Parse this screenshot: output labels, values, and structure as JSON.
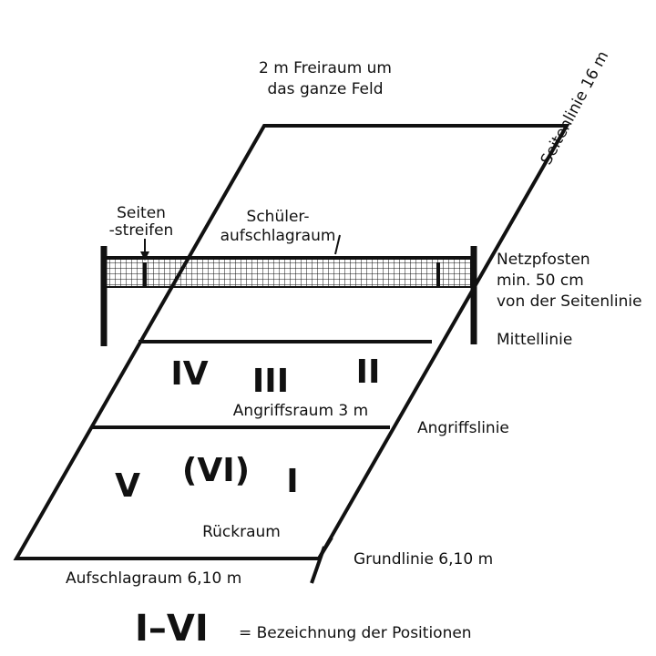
{
  "labels": {
    "freeroom_line1": "2 m Freiraum um",
    "freeroom_line2": "das ganze Feld",
    "sideline": "Seitenlinie 16 m",
    "side_strip_line1": "Seiten",
    "side_strip_line2": "-streifen",
    "pupil_serve_line1": "Schüler-",
    "pupil_serve_line2": "aufschlagraum",
    "netpost_line1": "Netzpfosten",
    "netpost_line2": "min. 50 cm",
    "netpost_line3": "von der Seitenlinie",
    "center_line": "Mittellinie",
    "attack_zone": "Angriffsraum 3 m",
    "attack_line": "Angriffslinie",
    "back_zone": "Rückraum",
    "base_line": "Grundlinie 6,10 m",
    "serve_zone": "Aufschlagraum 6,10 m"
  },
  "positions": {
    "p4": "IV",
    "p3": "III",
    "p2": "II",
    "p5": "V",
    "p6": "(VI)",
    "p1": "I"
  },
  "legend": {
    "symbol": "I–VI",
    "text": "= Bezeichnung der Positionen"
  }
}
